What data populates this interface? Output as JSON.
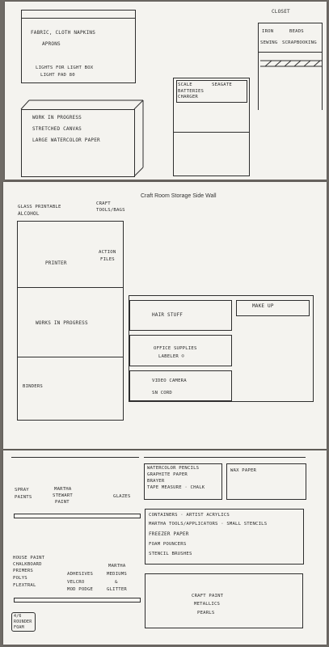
{
  "sheet1": {
    "closet": "CLOSET",
    "iron": "IRON",
    "beads": "BEADS",
    "sewing": "SEWING",
    "scrapbooking": "SCRAPBOOKING",
    "fabric_box": [
      "FABRIC, CLOTH NAPKINS",
      "APRONS",
      "LIGHTS FOR LIGHT BOX",
      "LIGHT PAD 80"
    ],
    "wip_box": [
      "WORK IN PROGRESS",
      "STRETCHED CANVAS",
      "LARGE WATERCOLOR PAPER"
    ],
    "scale_box": [
      "SCALE",
      "SEAGATE",
      "BATTERIES",
      "CHARGER"
    ]
  },
  "sheet2": {
    "title": "Craft Room Storage Side Wall",
    "glass": [
      "GLASS PRINTABLE",
      "ALCOHOL"
    ],
    "craft": [
      "CRAFT",
      "TOOLS/BAGS"
    ],
    "printer": "PRINTER",
    "action": [
      "ACTION",
      "FILES"
    ],
    "works": "WORKS IN PROGRESS",
    "binders": "BINDERS",
    "hair": "HAIR STUFF",
    "makeup": "MAKE UP",
    "office": [
      "OFFICE SUPPLIES",
      "LABELER ☺"
    ],
    "video": [
      "VIDEO CAMERA",
      "SN CORD"
    ]
  },
  "sheet3": {
    "spray": [
      "SPRAY",
      "PAINTS"
    ],
    "martha": [
      "MARTHA",
      "STEWART",
      "PAINT"
    ],
    "glazes": "GLAZES",
    "watercolor": [
      "WATERCOLOR PENCILS",
      "GRAPHITE PAPER",
      "BRAYER",
      "TAPE MEASURE · CHALK"
    ],
    "wax": "WAX PAPER",
    "containers": [
      "CONTAINERS · ARTIST ACRYLICS",
      "MARTHA TOOLS/APPLICATORS · SMALL STENCILS",
      "FREEZER PAPER",
      "FOAM POUNCERS",
      "STENCIL BRUSHES"
    ],
    "house": [
      "HOUSE PAINT",
      "CHALKBOARD",
      "PRIMERS",
      "POLYS",
      "FLEXTRAL"
    ],
    "adhesives": [
      "ADHESIVES",
      "VELCRO",
      "MOD PODGE"
    ],
    "martha2": [
      "MARTHA",
      "MEDIUMS",
      "&",
      "GLITTER"
    ],
    "craftpaint": [
      "CRAFT PAINT",
      "METALLICS",
      "PEARLS"
    ],
    "note": [
      "4/6",
      "ROUNDER",
      "FOAM"
    ]
  }
}
